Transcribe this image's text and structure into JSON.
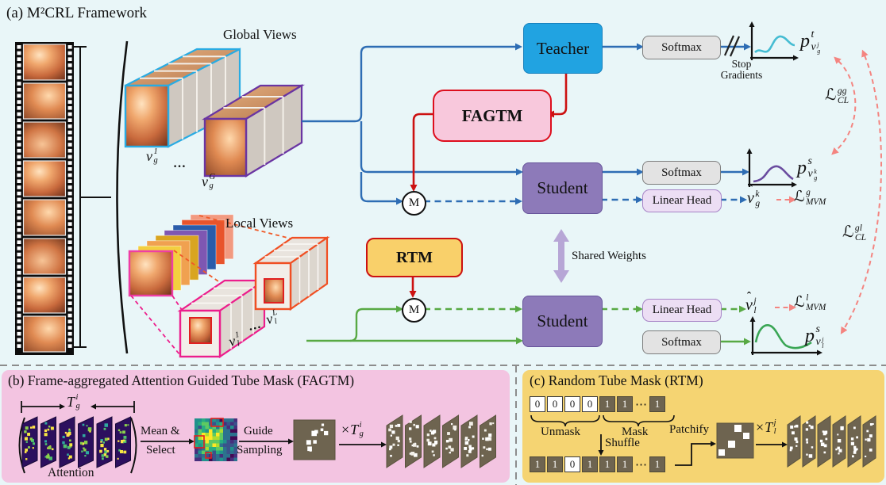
{
  "colors": {
    "background": "#e9f6f8",
    "teacher_fill": "#21a3e1",
    "student_fill": "#8d7ab9",
    "fagtm_fill": "#f8c8dc",
    "fagtm_border": "#dd0f1e",
    "rtm_fill": "#f9d06a",
    "rtm_border": "#cc1111",
    "softmax_fill": "#e3e3e3",
    "linear_head_fill": "#ecdef4",
    "panel_b_fill": "#f3c4e1",
    "panel_c_fill": "#f5d472",
    "arrow_blue": "#2e6db4",
    "arrow_green": "#58a944",
    "arrow_red": "#cc1111",
    "contrastive_arrow": "#f48480",
    "shared_weights_arrow": "#b7a6d6",
    "teacher_curve": "#45bcd2",
    "student_global_curve": "#6a4c9f",
    "student_local_curve": "#3aa655",
    "mask_fill": "#6e6450",
    "attention_map_fill": "#2c0f5e"
  },
  "panel_a": {
    "title": "(a) M²CRL Framework",
    "global_views_label": "Global Views",
    "local_views_label": "Local Views",
    "teacher_label": "Teacher",
    "student_label": "Student",
    "fagtm_label": "FAGTM",
    "rtm_label": "RTM",
    "softmax_label": "Softmax",
    "linear_head_label": "Linear Head",
    "stop_gradients_label": "Stop Gradients",
    "shared_weights_label": "Shared Weights",
    "mask_merge_symbol": "M",
    "dots": "…",
    "math": {
      "v_g_1": {
        "b": "v",
        "sub": "g",
        "sup": "1"
      },
      "v_g_G": {
        "b": "v",
        "sub": "g",
        "sup": "G"
      },
      "v_l_1": {
        "b": "v",
        "sub": "l",
        "sup": "1"
      },
      "v_l_L": {
        "b": "v",
        "sub": "l",
        "sup": "L"
      },
      "p_t_vg_j": {
        "b": "p",
        "sup": "t",
        "sub": {
          "b": "v",
          "sup": "j",
          "sub": "g"
        }
      },
      "p_s_vg_k": {
        "b": "p",
        "sup": "s",
        "sub": {
          "b": "v",
          "sup": "k",
          "sub": "g"
        }
      },
      "p_s_vl_j": {
        "b": "p",
        "sup": "s",
        "sub": {
          "b": "v",
          "sup": "j",
          "sub": "l"
        }
      },
      "v_hat_g_k": {
        "b": "v",
        "hat": true,
        "sup": "k",
        "sub": "g"
      },
      "v_hat_l_j": {
        "b": "v",
        "hat": true,
        "sup": "j",
        "sub": "l"
      },
      "loss_cl_gg": {
        "b": "ℒ",
        "sup": "gg",
        "sub": "CL"
      },
      "loss_cl_gl": {
        "b": "ℒ",
        "sup": "gl",
        "sub": "CL"
      },
      "loss_mvm_g": {
        "b": "ℒ",
        "sup": "g",
        "sub": "MVM"
      },
      "loss_mvm_l": {
        "b": "ℒ",
        "sup": "l",
        "sub": "MVM"
      }
    }
  },
  "panel_b": {
    "title": "(b) Frame-aggregated Attention Guided Tube Mask (FAGTM)",
    "attention_label": "Attention",
    "mean_select_top": "Mean &",
    "mean_select_bottom": "Select",
    "guide_sampling_top": "Guide",
    "guide_sampling_bottom": "Sampling",
    "math": {
      "T_g_i": {
        "b": "T",
        "sup": "i",
        "sub": "g"
      },
      "xT_g_i": {
        "pre": "×",
        "b": "T",
        "sup": "i",
        "sub": "g"
      }
    }
  },
  "panel_c": {
    "title": "(c) Random Tube Mask (RTM)",
    "unmask_label": "Unmask",
    "mask_label": "Mask",
    "shuffle_label": "Shuffle",
    "patchify_label": "Patchify",
    "row1": [
      "0",
      "0",
      "0",
      "0",
      "1",
      "1",
      "⋯",
      "1"
    ],
    "row2": [
      "1",
      "1",
      "0",
      "1",
      "1",
      "1",
      "⋯",
      "1"
    ],
    "math": {
      "xT_l_j": {
        "pre": "×",
        "b": "T",
        "sup": "j",
        "sub": "l"
      }
    }
  }
}
